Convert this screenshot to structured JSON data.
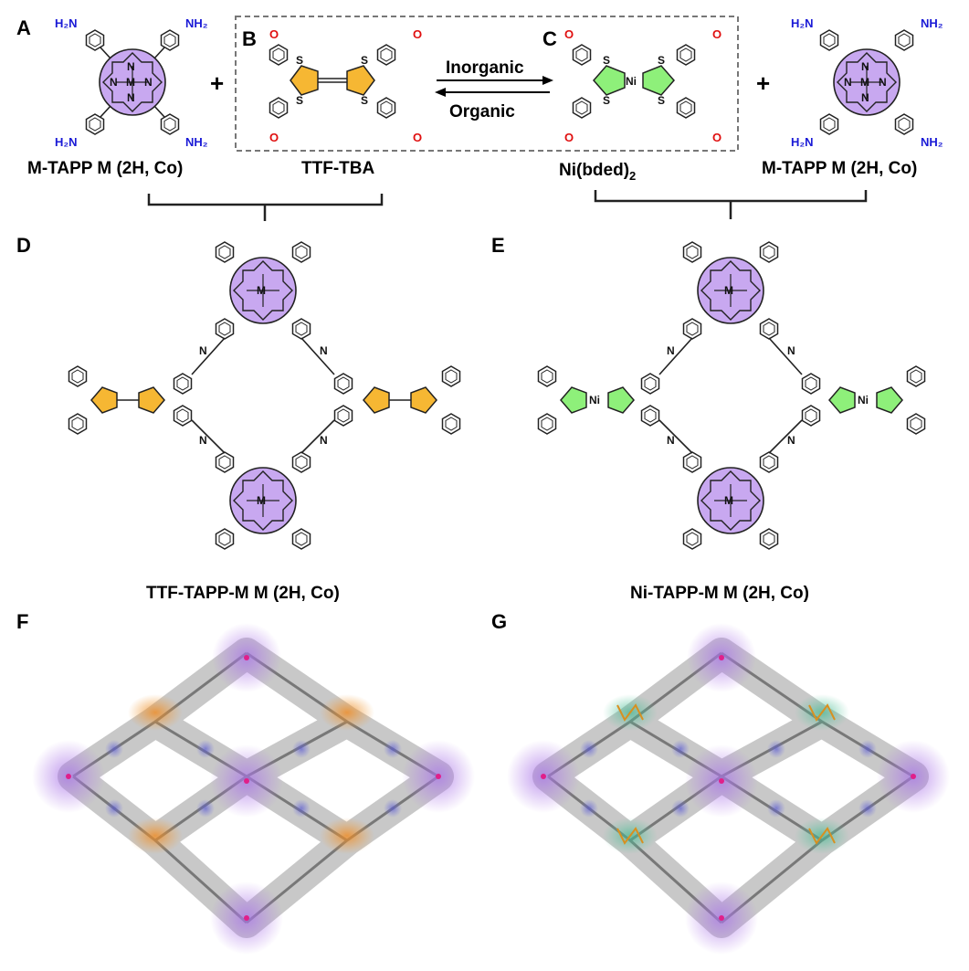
{
  "panels": {
    "A": "A",
    "B": "B",
    "C": "C",
    "D": "D",
    "E": "E",
    "F": "F",
    "G": "G"
  },
  "labels": {
    "mtapp_left": "M-TAPP M (2H, Co)",
    "ttf_tba": "TTF-TBA",
    "ni_bded_main": "Ni(bded)",
    "ni_bded_sub": "2",
    "mtapp_right": "M-TAPP M (2H, Co)",
    "inorganic": "Inorganic",
    "organic": "Organic",
    "plus": "+",
    "ttf_tapp": "TTF-TAPP-M M (2H, Co)",
    "ni_tapp": "Ni-TAPP-M M (2H, Co)"
  },
  "atoms": {
    "N": "N",
    "M": "M",
    "S": "S",
    "Ni": "Ni",
    "O": "O",
    "NH2": "NH₂",
    "H2N": "H₂N"
  },
  "colors": {
    "porphyrin": "#c8a8f0",
    "ttf": "#f6b733",
    "nickel_ring": "#8ef07a",
    "amine": "#1a1ad6",
    "oxygen": "#e01010",
    "ttf_cloud": "#f0a040",
    "ni_cloud": "#5fc8a0",
    "porph_cloud": "#b07ae8",
    "framework_gray": "#8c8c8c"
  }
}
